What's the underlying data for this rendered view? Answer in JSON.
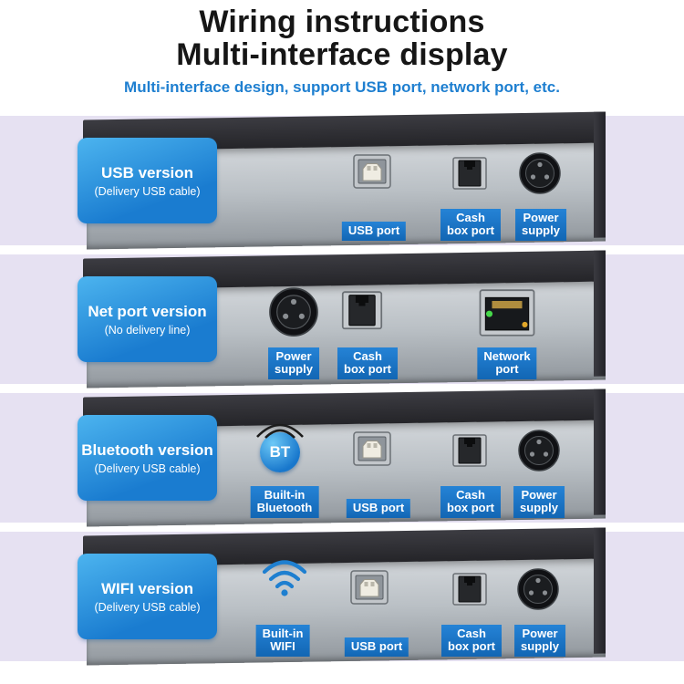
{
  "header": {
    "title_line1": "Wiring instructions",
    "title_line2": "Multi-interface display",
    "subtitle": "Multi-interface design, support USB port, network port, etc."
  },
  "bt_text": "BT",
  "colors": {
    "title_black": "#161616",
    "subtitle_blue": "#1e7fd0",
    "badge_blue_top": "#4cb4ef",
    "badge_blue_bottom": "#1a7cd0",
    "port_label_blue": "#1973c8",
    "background_lavender": "#e6e1f2",
    "network_led_green": "#46d84a",
    "network_led_amber": "#e0a62a"
  },
  "rows": [
    {
      "version": "USB version",
      "note": "(Delivery USB cable)",
      "ports": [
        {
          "icon": "usb-b-port",
          "label1": "USB port",
          "label2": ""
        },
        {
          "icon": "rj11-cashbox-port",
          "label1": "Cash",
          "label2": "box port"
        },
        {
          "icon": "din-power-port",
          "label1": "Power",
          "label2": "supply"
        }
      ]
    },
    {
      "version": "Net port version",
      "note": "(No delivery line)",
      "ports": [
        {
          "icon": "din-power-port",
          "label1": "Power",
          "label2": "supply"
        },
        {
          "icon": "rj11-cashbox-port",
          "label1": "Cash",
          "label2": "box port"
        },
        {
          "icon": "rj45-network-port",
          "label1": "Network",
          "label2": "port"
        }
      ]
    },
    {
      "version": "Bluetooth version",
      "note": "(Delivery USB cable)",
      "ports": [
        {
          "icon": "bluetooth-icon",
          "label1": "Built-in",
          "label2": "Bluetooth"
        },
        {
          "icon": "usb-b-port",
          "label1": "USB port",
          "label2": ""
        },
        {
          "icon": "rj11-cashbox-port",
          "label1": "Cash",
          "label2": "box port"
        },
        {
          "icon": "din-power-port",
          "label1": "Power",
          "label2": "supply"
        }
      ]
    },
    {
      "version": "WIFI version",
      "note": "(Delivery USB cable)",
      "ports": [
        {
          "icon": "wifi-icon",
          "label1": "Built-in",
          "label2": "WIFI"
        },
        {
          "icon": "usb-b-port",
          "label1": "USB port",
          "label2": ""
        },
        {
          "icon": "rj11-cashbox-port",
          "label1": "Cash",
          "label2": "box port"
        },
        {
          "icon": "din-power-port",
          "label1": "Power",
          "label2": "supply"
        }
      ]
    }
  ]
}
